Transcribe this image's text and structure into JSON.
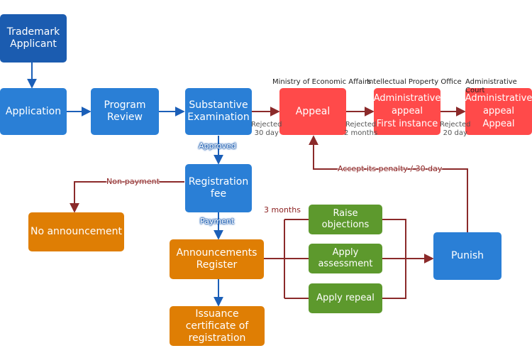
{
  "nodes": {
    "applicant": "Trademark\nApplicant",
    "application": "Application",
    "program_review": "Program\nReview",
    "substantive": "Substantive\nExamination",
    "appeal": "Appeal",
    "admin_first": "Administrative\nappeal\nFirst instance",
    "admin_appeal": "Administrative\nappeal\nAppeal",
    "registration_fee": "Registration\nfee",
    "no_announcement": "No announcement",
    "announcements": "Announcements\nRegister",
    "issuance": "Issuance\ncertificate of\nregistration",
    "raise_objections": "Raise\nobjections",
    "apply_assessment": "Apply\nassessment",
    "apply_repeal": "Apply repeal",
    "punish": "Punish"
  },
  "authorities": {
    "ministry": "Ministry of Economic Affairs",
    "ipo": "Intellectual Property Office",
    "court": "Administrative Court"
  },
  "edge_labels": {
    "rejected_30": "Rejected\n30 day",
    "rejected_2m": "Rejected\n2 months",
    "rejected_20": "Rejected\n20 day",
    "approved": "Approved",
    "payment": "Payment",
    "non_payment": "Non-payment",
    "three_months": "3 months",
    "accept_penalty": "Accept its penalty / 30 day"
  },
  "colors": {
    "blue": "#2a7fd6",
    "navy": "#1b5cb0",
    "red": "#ff4a4a",
    "orange": "#df7e04",
    "green": "#5d992d",
    "blue_arrow": "#1b5fb8",
    "red_arrow": "#8b2a2a"
  }
}
